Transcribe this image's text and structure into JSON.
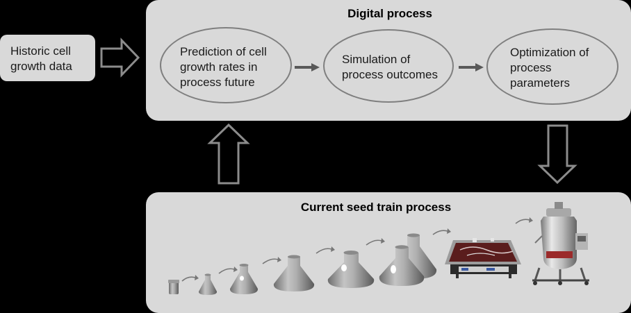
{
  "history": {
    "text_line1": "Historic cell",
    "text_line2": "growth data"
  },
  "digital": {
    "title": "Digital process",
    "steps": [
      {
        "line1": "Prediction of cell",
        "line2": "growth rates in",
        "line3": "process future"
      },
      {
        "line1": "Simulation of",
        "line2": "process outcomes",
        "line3": ""
      },
      {
        "line1": "Optimization of",
        "line2": "process",
        "line3": "parameters"
      }
    ]
  },
  "seed_train": {
    "title": "Current seed train process",
    "vessels": [
      {
        "name": "Cryo vial",
        "icon": "vial-icon"
      },
      {
        "name": "Shake flask 1",
        "icon": "flask-icon"
      },
      {
        "name": "Shake flask 2",
        "icon": "flask-icon"
      },
      {
        "name": "Shake flask 3",
        "icon": "flask-icon"
      },
      {
        "name": "Shake flask 4",
        "icon": "flask-icon"
      },
      {
        "name": "Shake flask pair",
        "icon": "flask-icon"
      },
      {
        "name": "Wave bioreactor",
        "icon": "rocking-bioreactor-icon"
      },
      {
        "name": "Stirred tank bioreactor",
        "icon": "steel-bioreactor-icon"
      }
    ]
  },
  "colors": {
    "background": "#000000",
    "panel": "#d9d9d9",
    "outline": "#7f7f7f",
    "text": "#1a1a1a"
  }
}
